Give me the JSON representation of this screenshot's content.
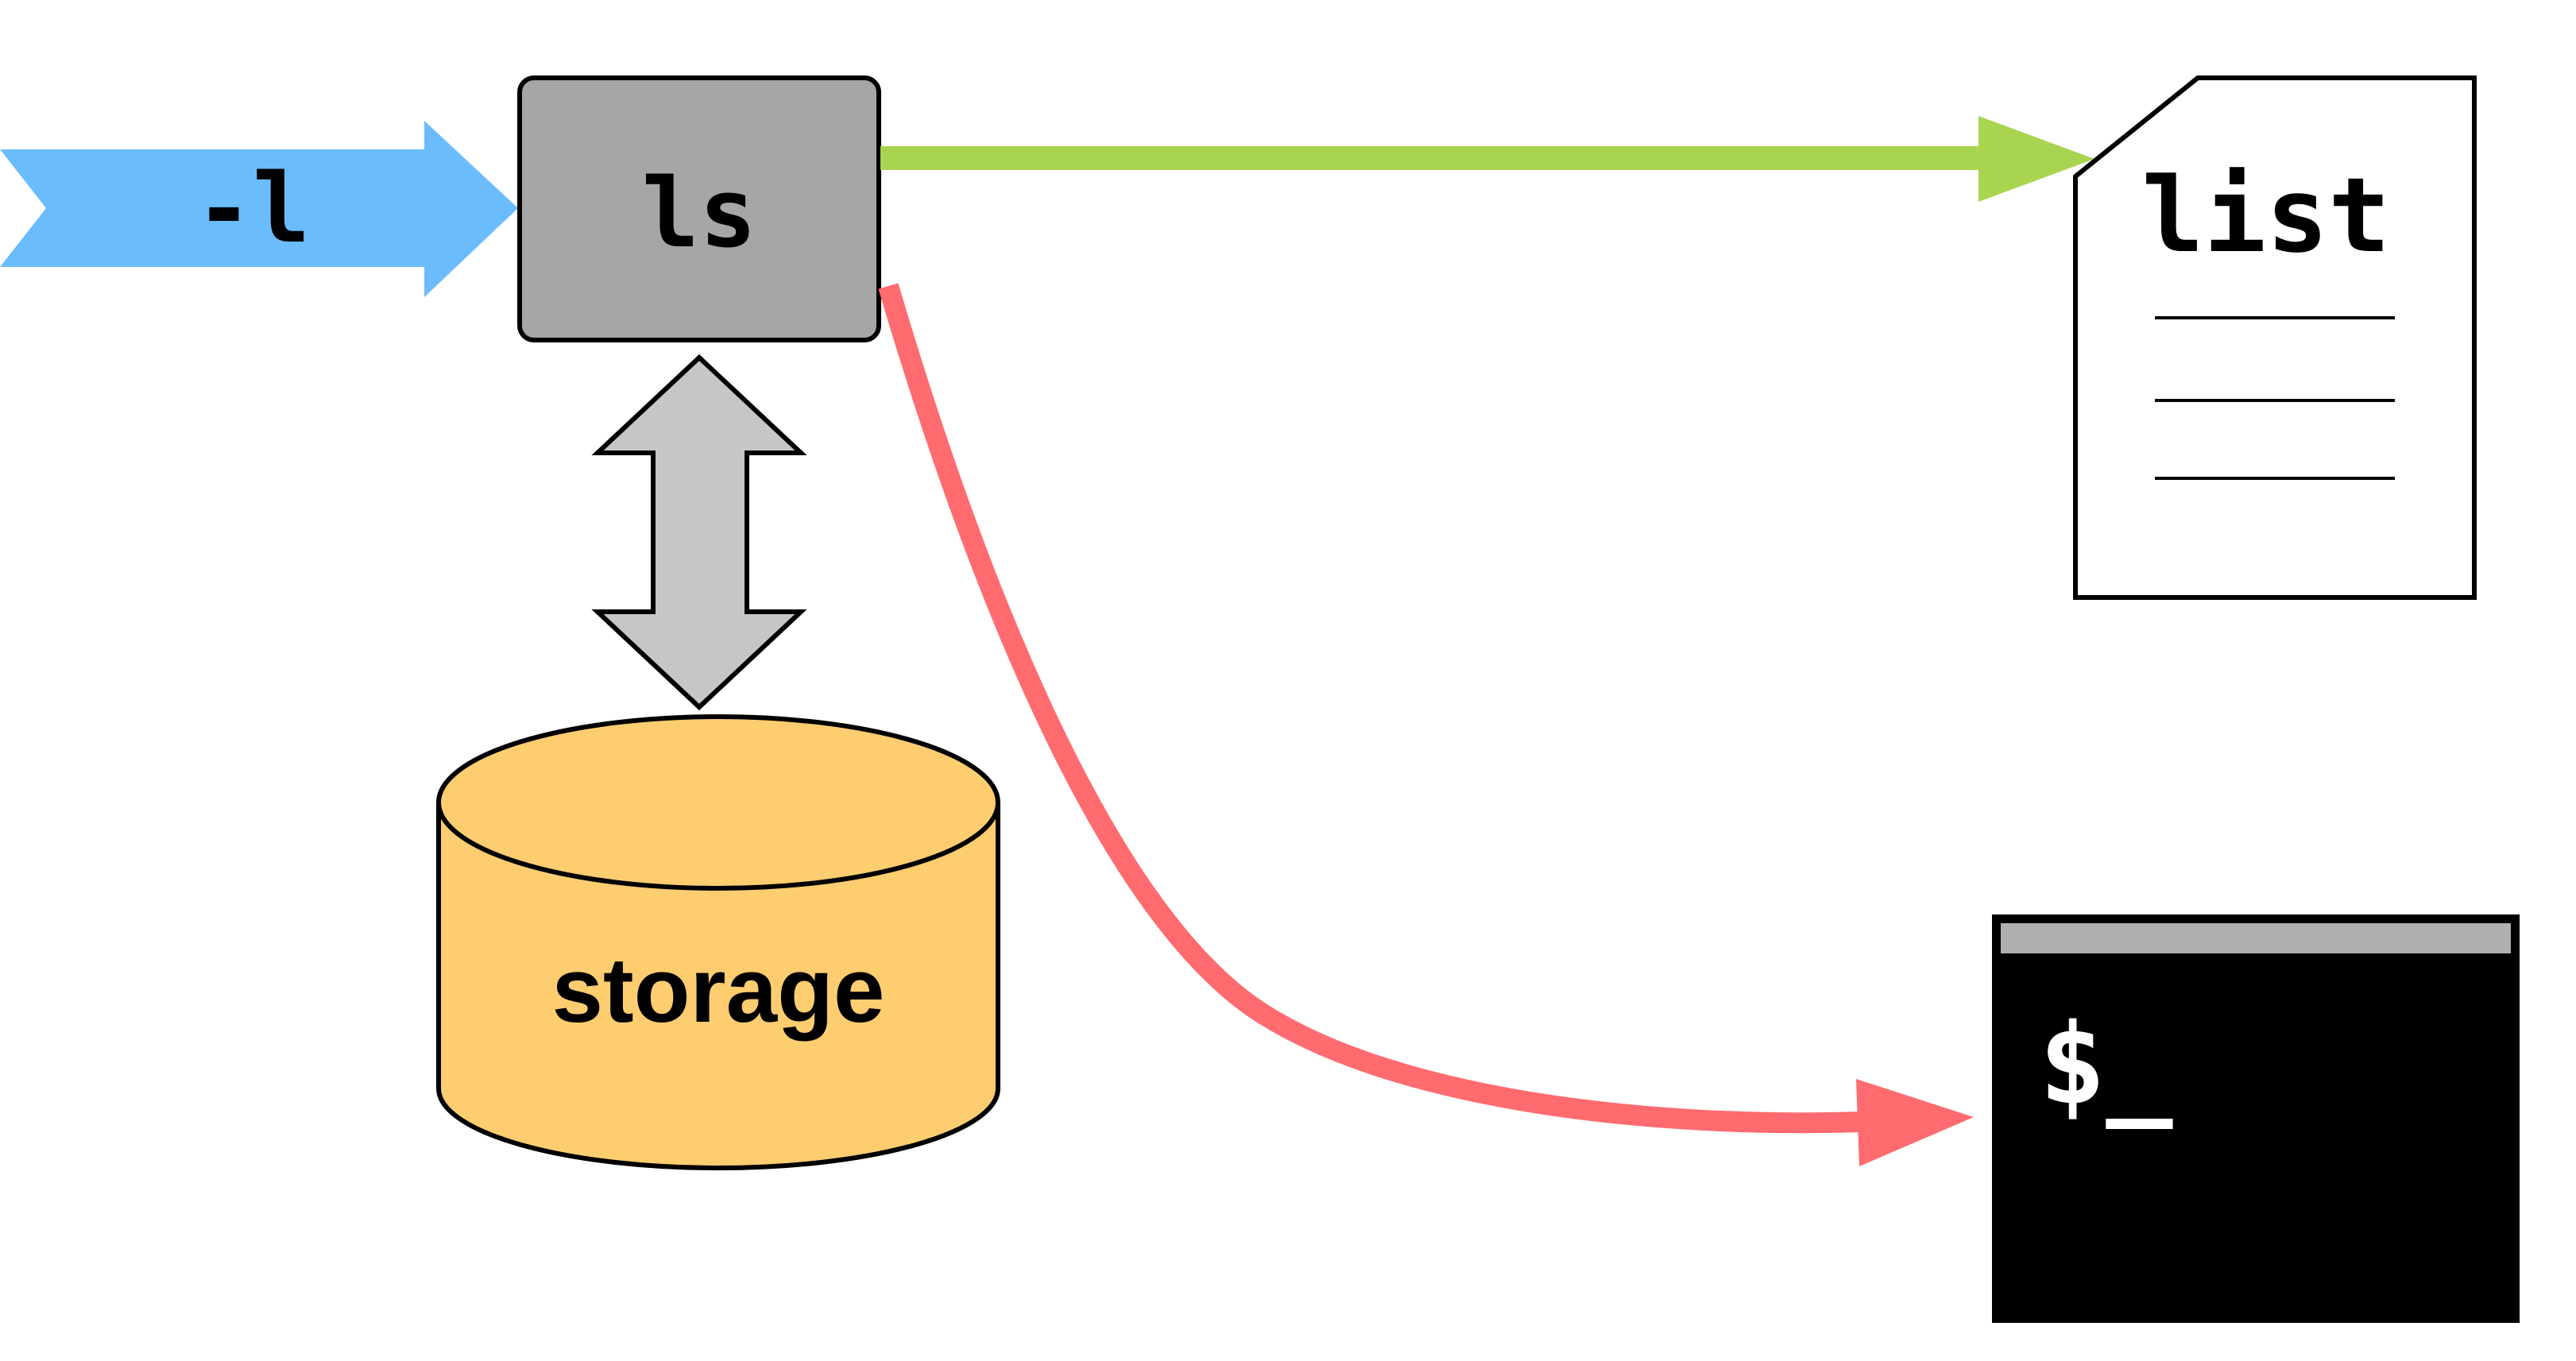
{
  "nodes": {
    "option": {
      "label": "-l"
    },
    "command": {
      "label": "ls"
    },
    "storage": {
      "label": "storage"
    },
    "output_file": {
      "label": "list"
    },
    "terminal": {
      "prompt": "$_"
    }
  },
  "colors": {
    "option_arrow": "#6bbcfd",
    "command_box": "#a6a6a6",
    "storage_arrow": "#c6c6c6",
    "storage_cylinder": "#fdcd70",
    "stdout_arrow": "#a8d44f",
    "stderr_arrow": "#ff6b6f",
    "terminal_bg": "#000000",
    "terminal_titlebar": "#b0b0b0"
  }
}
